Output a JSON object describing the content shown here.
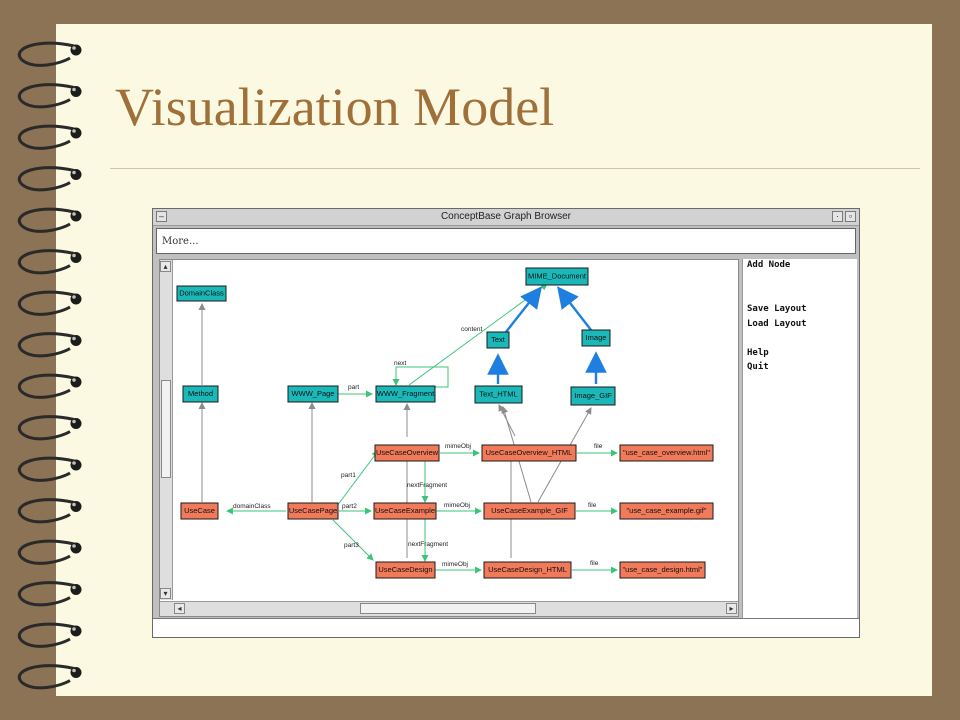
{
  "slide": {
    "title": "Visualization Model"
  },
  "window": {
    "title": "ConceptBase Graph Browser",
    "more_label": "More...",
    "menu": [
      "Add Node",
      "Save Layout",
      "Load Layout",
      "Help",
      "Quit"
    ]
  },
  "graph": {
    "nodes": {
      "domainclass": "DomainClass",
      "method": "Method",
      "usecase": "UseCase",
      "usecasepage": "UseCasePage",
      "www_page": "WWW_Page",
      "www_fragment": "WWW_Fragment",
      "mime_document": "MIME_Document",
      "text": "Text",
      "image": "Image",
      "text_html": "Text_HTML",
      "image_gif": "Image_GIF",
      "uc_overview": "UseCaseOverview",
      "uc_example": "UseCaseExample",
      "uc_design": "UseCaseDesign",
      "uc_overview_html": "UseCaseOverview_HTML",
      "uc_example_gif": "UseCaseExample_GIF",
      "uc_design_html": "UseCaseDesign_HTML",
      "file_overview": "\"use_case_overview.html\"",
      "file_example": "\"use_case_example.gif\"",
      "file_design": "\"use_case_design.html\""
    },
    "edges": {
      "content": "content",
      "next": "next",
      "part": "part",
      "part1": "part1",
      "part2": "part2",
      "part3": "part3",
      "domainclass": "domainClass",
      "mimeobj1": "mimeObj",
      "mimeobj2": "mimeObj",
      "mimeobj3": "mimeObj",
      "file1": "file",
      "file2": "file",
      "file3": "file",
      "nextfragment1": "nextFragment",
      "nextfragment2": "nextFragment"
    },
    "colors": {
      "class_node": "#1ab8b8",
      "instance_node": "#f07a5a",
      "isa_edge": "#1f7fe0",
      "attr_edge": "#3cc47a",
      "instanceof_edge": "#8c8c8c"
    }
  }
}
